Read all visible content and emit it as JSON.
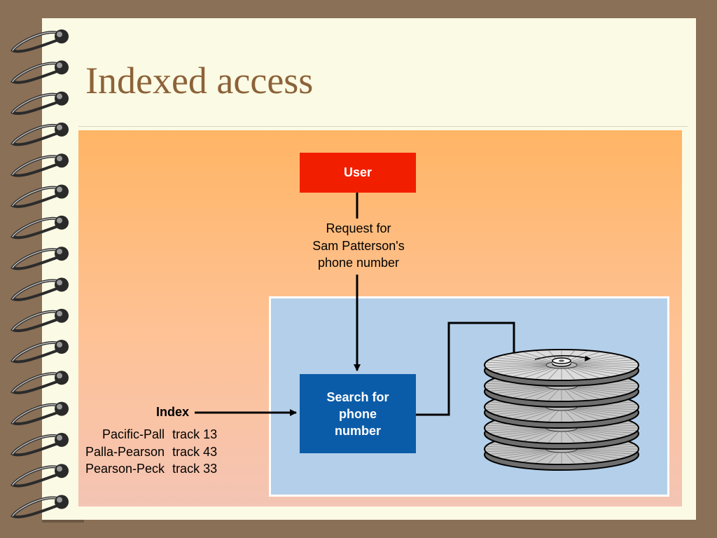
{
  "slide": {
    "title": "Indexed access"
  },
  "diagram": {
    "user_label": "User",
    "request_label": "Request for\nSam Patterson's\nphone number",
    "search_label": "Search for\nphone\nnumber",
    "index": {
      "title": "Index",
      "rows": [
        {
          "range": "Pacific-Pall",
          "track": "track 13"
        },
        {
          "range": "Palla-Pearson",
          "track": "track 43"
        },
        {
          "range": "Pearson-Peck",
          "track": "track 33"
        }
      ]
    },
    "disk_count": 5
  },
  "colors": {
    "background": "#8a7057",
    "page": "#fbfae4",
    "title": "#8c6239",
    "user_box": "#f21e00",
    "search_box": "#0b5ca8",
    "storage_panel": "#b3cfea",
    "gradient_top": "#ffb565",
    "gradient_bottom": "#f4c4b4"
  },
  "icons": {
    "binding": "spiral-ring-icon",
    "storage": "disk-stack-icon"
  }
}
